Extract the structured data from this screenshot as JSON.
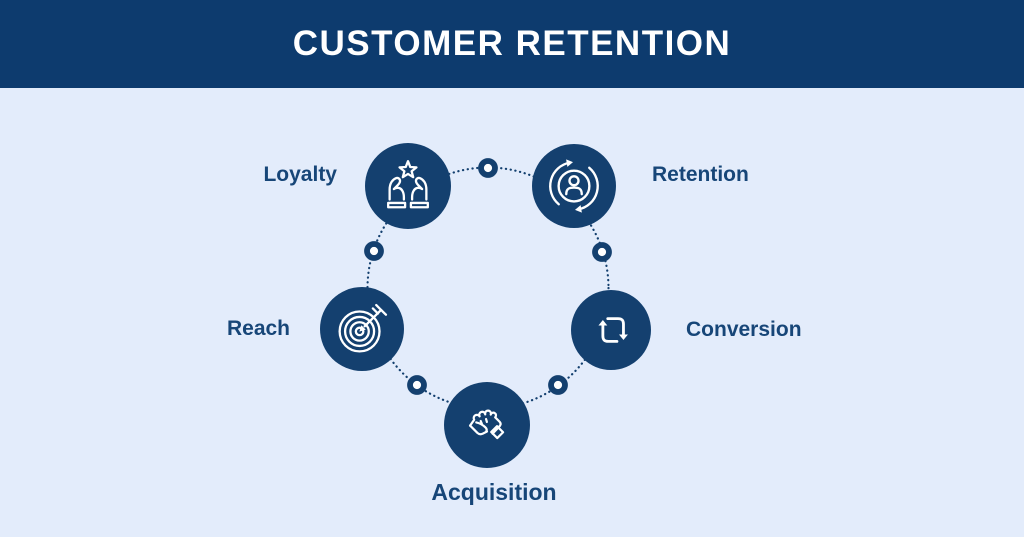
{
  "title": "CUSTOMER RETENTION",
  "colors": {
    "header_bg": "#0d3b6e",
    "body_bg": "#e3ecfb",
    "node_fill": "#14406f",
    "label_text": "#174678",
    "icon_stroke": "#ffffff",
    "connector_dot": "#14406f"
  },
  "diagram": {
    "type": "cycle",
    "nodes": [
      {
        "label": "Loyalty",
        "icon": "hands-holding-star-icon",
        "position": "top-left"
      },
      {
        "label": "Retention",
        "icon": "user-refresh-cycle-icon",
        "position": "top-right"
      },
      {
        "label": "Reach",
        "icon": "target-arrow-icon",
        "position": "left"
      },
      {
        "label": "Conversion",
        "icon": "repeat-arrows-icon",
        "position": "right"
      },
      {
        "label": "Acquisition",
        "icon": "handshake-icon",
        "position": "bottom"
      }
    ],
    "connector_count": 5,
    "line_style": "dotted-circle"
  }
}
